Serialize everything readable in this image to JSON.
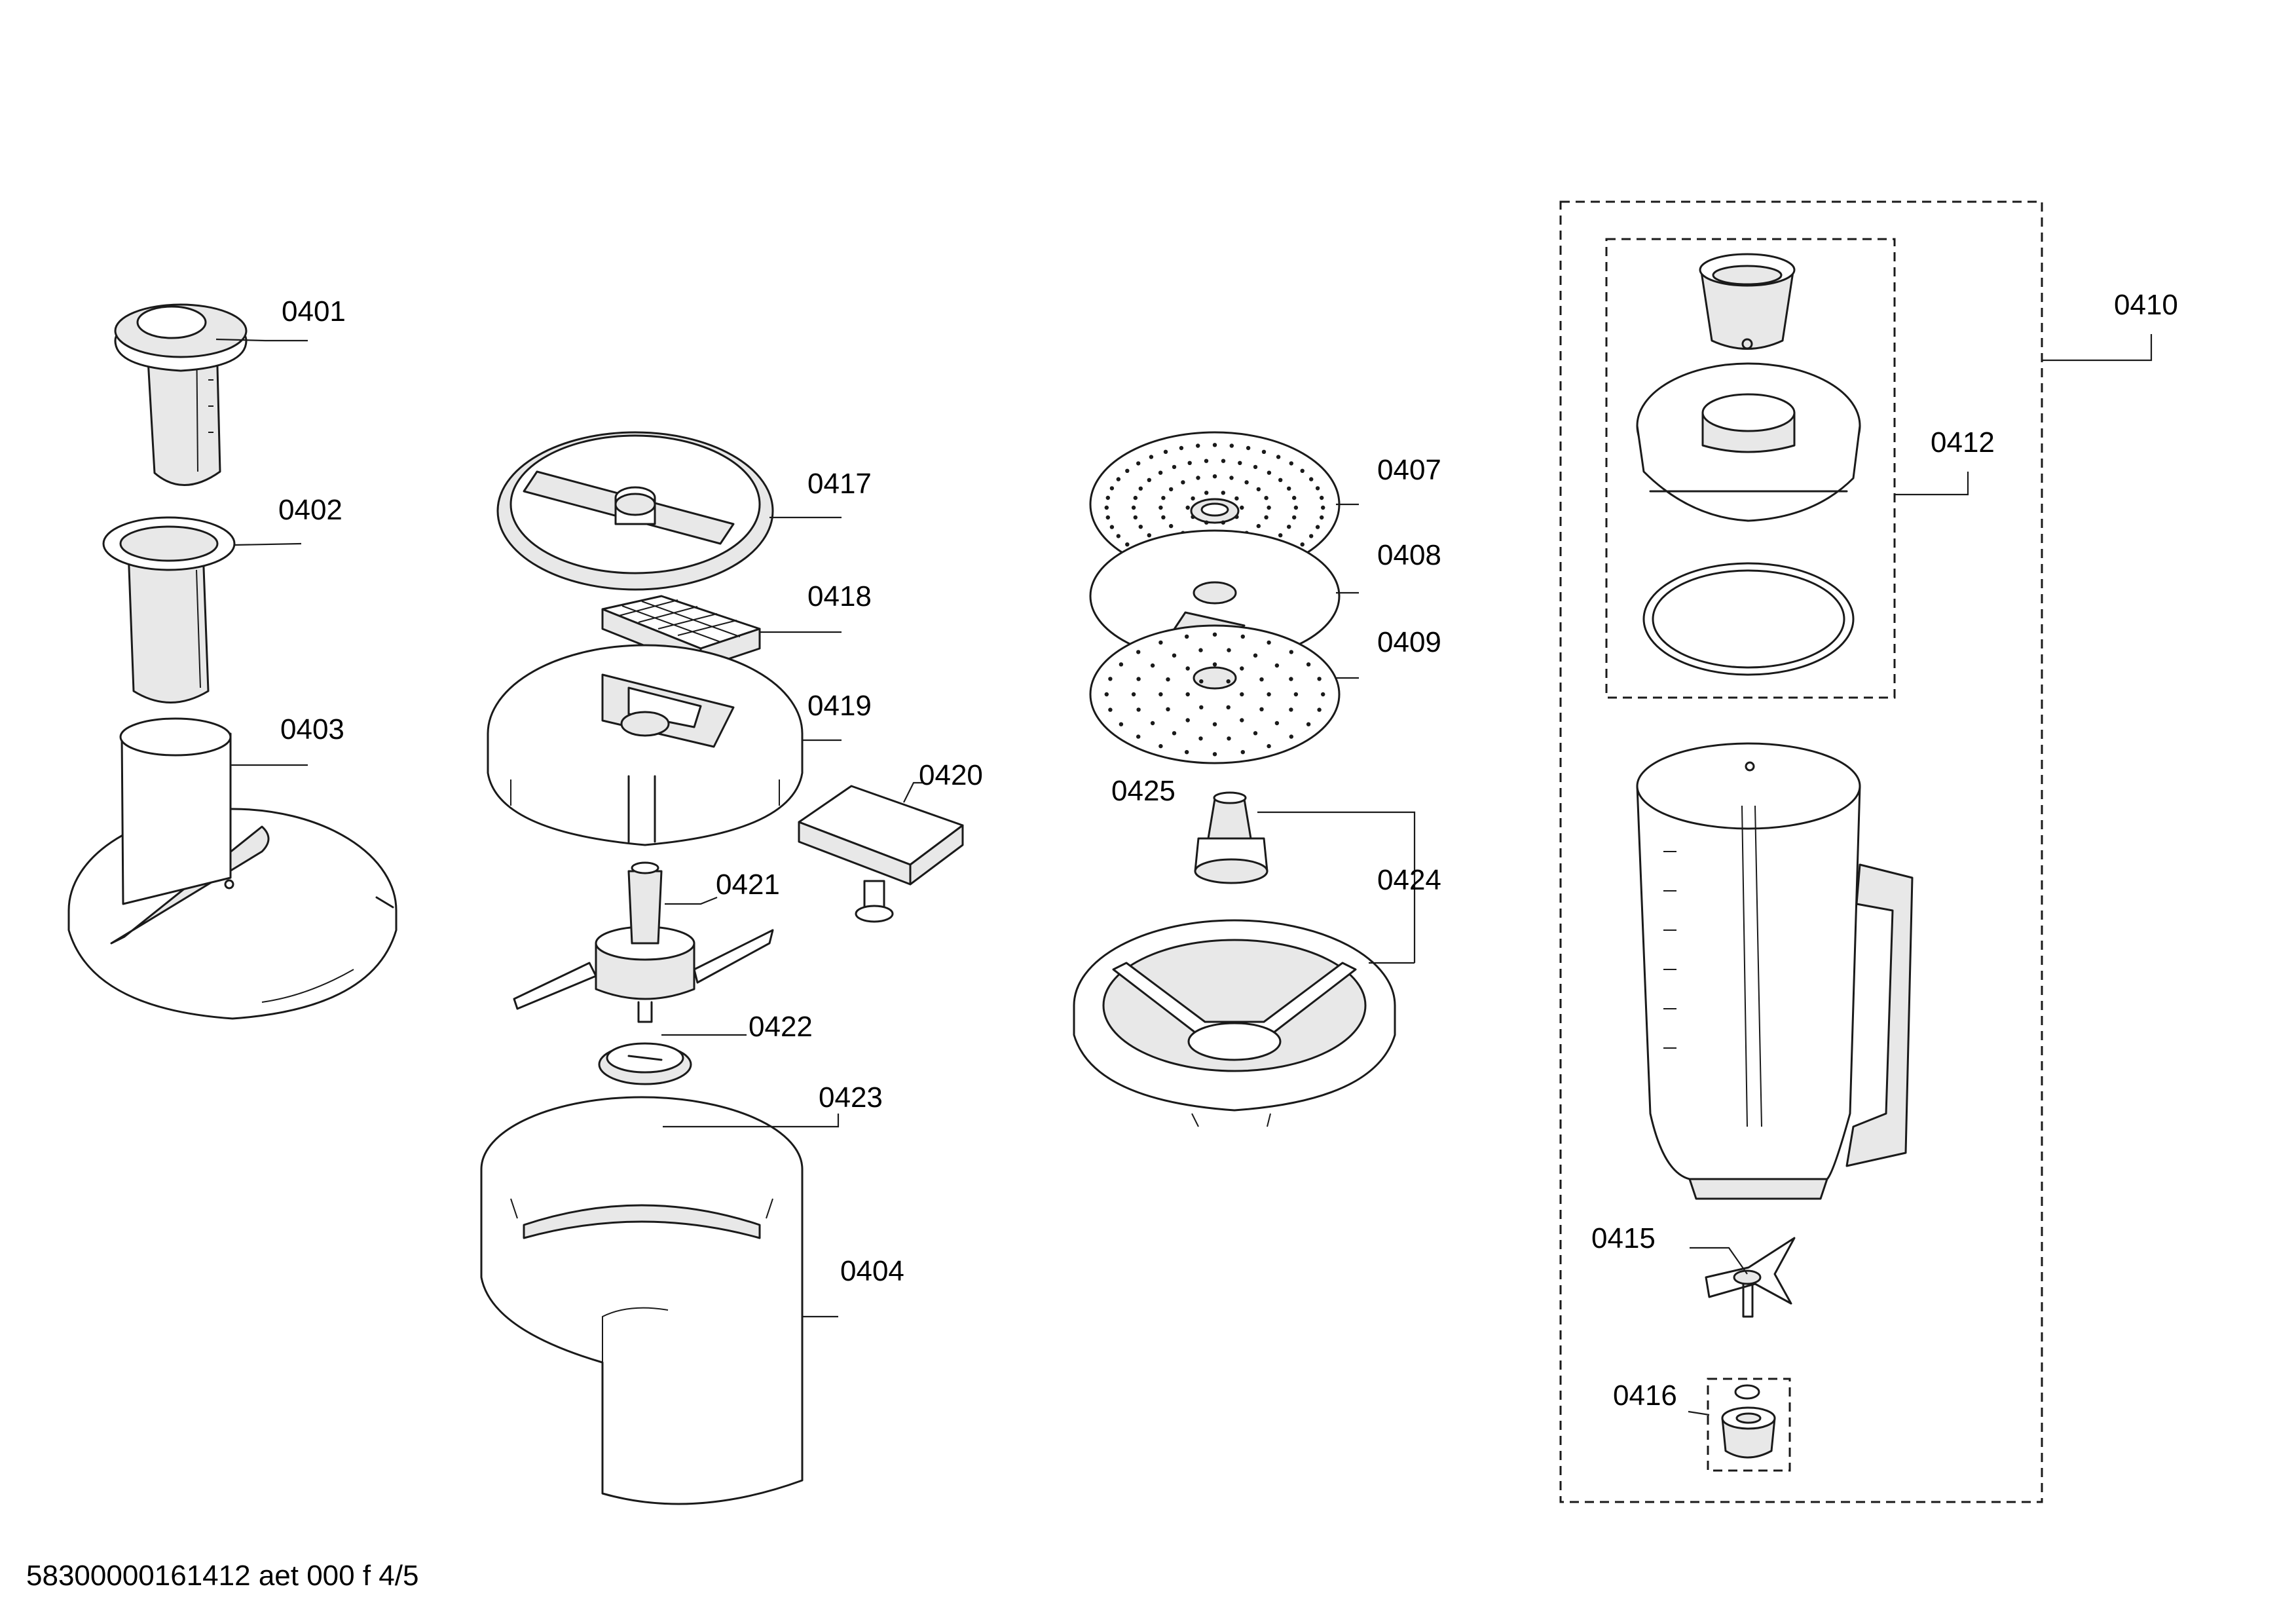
{
  "parts": {
    "p0401": "0401",
    "p0402": "0402",
    "p0403": "0403",
    "p0404": "0404",
    "p0407": "0407",
    "p0408": "0408",
    "p0409": "0409",
    "p0410": "0410",
    "p0412": "0412",
    "p0415": "0415",
    "p0416": "0416",
    "p0417": "0417",
    "p0418": "0418",
    "p0419": "0419",
    "p0420": "0420",
    "p0421": "0421",
    "p0422": "0422",
    "p0423": "0423",
    "p0424": "0424",
    "p0425": "0425"
  },
  "footer": {
    "code": "58300000161412 aet 000 f 4/5"
  }
}
